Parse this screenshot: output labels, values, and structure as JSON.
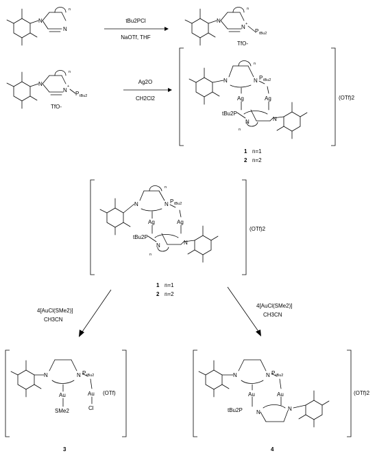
{
  "reaction1": {
    "reagent_top": "tBu2PCl",
    "reagent_bottom": "NaOTf, THF",
    "product_label": "P",
    "product_sub": "tBu2",
    "counterion": "TfO-"
  },
  "reaction2": {
    "reagent_top": "Ag2O",
    "reagent_bottom": "CH2Cl2",
    "counterion_suffix": "(OTf)2"
  },
  "compounds": {
    "c1": "1",
    "c1_n": "n=1",
    "c2": "2",
    "c2_n": "n=2",
    "c3": "3",
    "c4": "4"
  },
  "reaction3": {
    "reagent_top": "4[AuCl(SMe2)]",
    "reagent_bottom": "CH3CN",
    "product3_suffix": "(OTf)",
    "product4_suffix": "(OTf)2"
  },
  "atoms": {
    "N": "N",
    "Ag": "Ag",
    "Au": "Au",
    "P": "P",
    "Cl": "Cl",
    "SMe2": "SMe2",
    "n": "n",
    "plus": "+",
    "tBu2P": "tBu2P",
    "PtBu2": "PtBu2"
  }
}
